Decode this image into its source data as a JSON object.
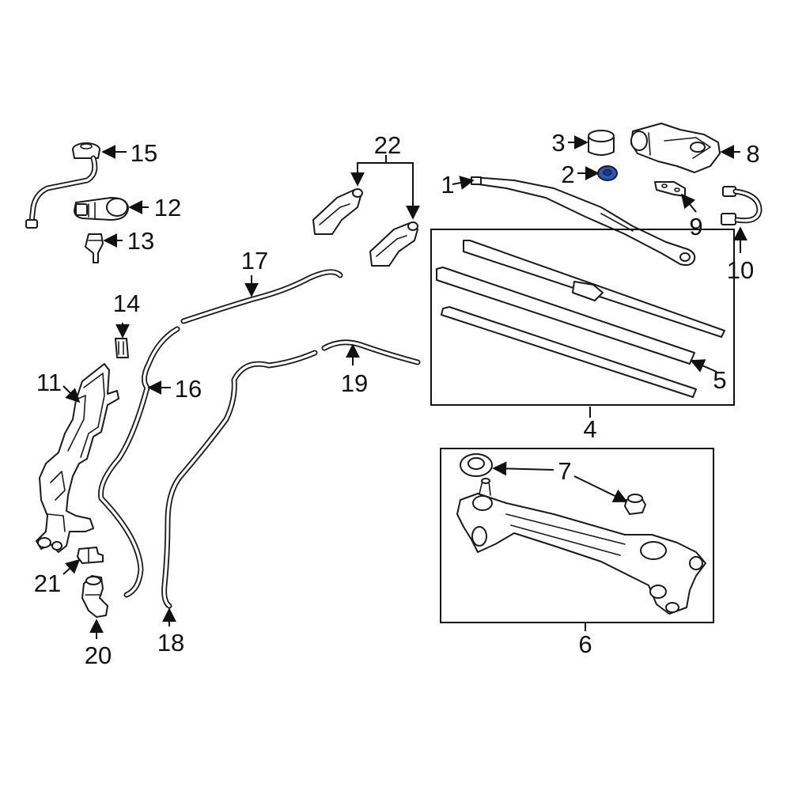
{
  "diagram": {
    "highlight_color": "#2b55b8",
    "callouts": [
      {
        "id": "c1",
        "text": "1"
      },
      {
        "id": "c2",
        "text": "2"
      },
      {
        "id": "c3",
        "text": "3"
      },
      {
        "id": "c4",
        "text": "4"
      },
      {
        "id": "c5",
        "text": "5"
      },
      {
        "id": "c6",
        "text": "6"
      },
      {
        "id": "c7",
        "text": "7"
      },
      {
        "id": "c8",
        "text": "8"
      },
      {
        "id": "c9",
        "text": "9"
      },
      {
        "id": "c10",
        "text": "10"
      },
      {
        "id": "c11",
        "text": "11"
      },
      {
        "id": "c12",
        "text": "12"
      },
      {
        "id": "c13",
        "text": "13"
      },
      {
        "id": "c14",
        "text": "14"
      },
      {
        "id": "c15",
        "text": "15"
      },
      {
        "id": "c16",
        "text": "16"
      },
      {
        "id": "c17",
        "text": "17"
      },
      {
        "id": "c18",
        "text": "18"
      },
      {
        "id": "c19",
        "text": "19"
      },
      {
        "id": "c20",
        "text": "20"
      },
      {
        "id": "c21",
        "text": "21"
      },
      {
        "id": "c22",
        "text": "22"
      }
    ]
  }
}
